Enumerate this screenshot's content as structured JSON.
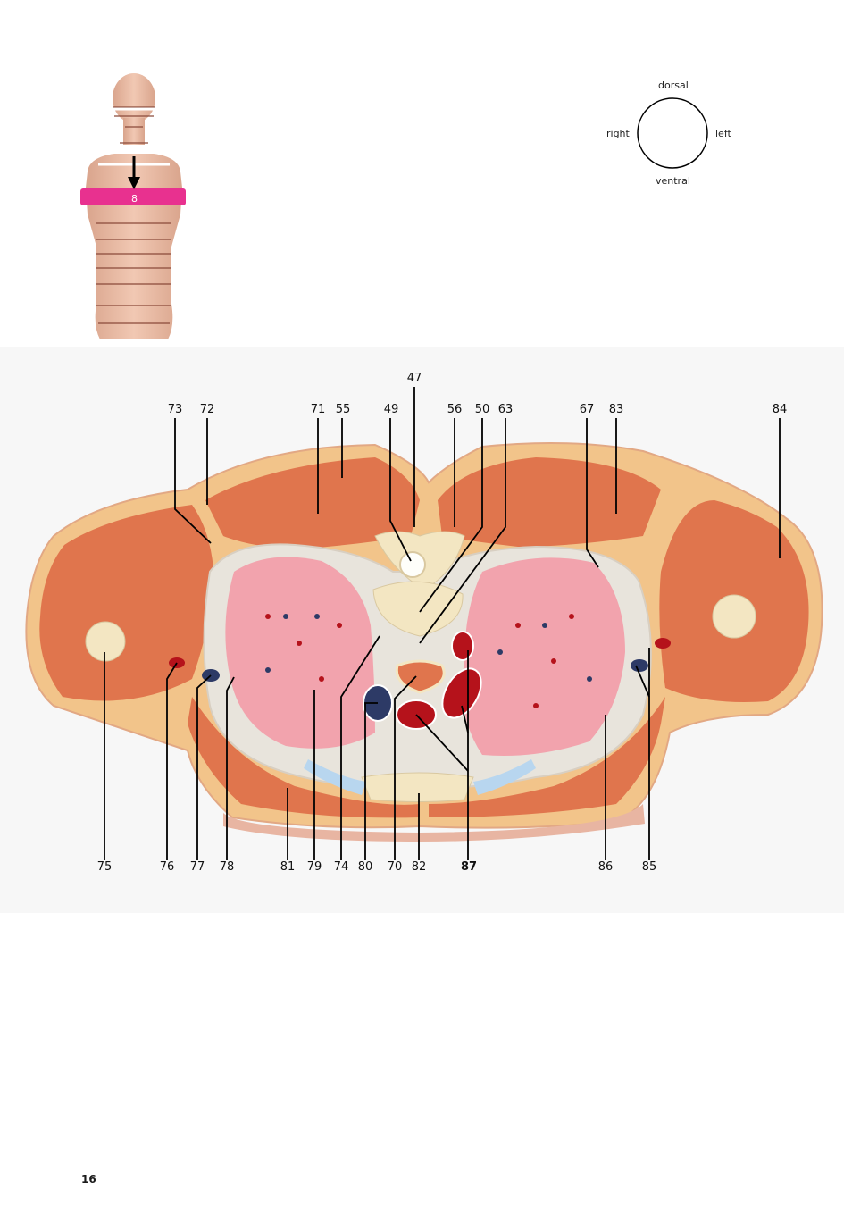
{
  "torso_figure": {
    "slice_number": "8",
    "slice_color": "#e8318f"
  },
  "orientation": {
    "top": "dorsal",
    "right": "left",
    "bottom": "ventral",
    "left": "right"
  },
  "labels_top": [
    "73",
    "72",
    "71",
    "55",
    "49",
    "47",
    "56",
    "50",
    "63",
    "67",
    "83",
    "84"
  ],
  "labels_bottom": [
    "75",
    "76",
    "77",
    "78",
    "81",
    "79",
    "74",
    "80",
    "70",
    "82",
    "87",
    "86",
    "85"
  ],
  "page_number": "16",
  "colors": {
    "muscle": "#e0754d",
    "fat": "#f2c48a",
    "lung": "#f2a3ad",
    "artery": "#b5121b",
    "vein": "#2d3a66",
    "bone": "#f3e6c2",
    "cartilage": "#b8d6ef"
  }
}
